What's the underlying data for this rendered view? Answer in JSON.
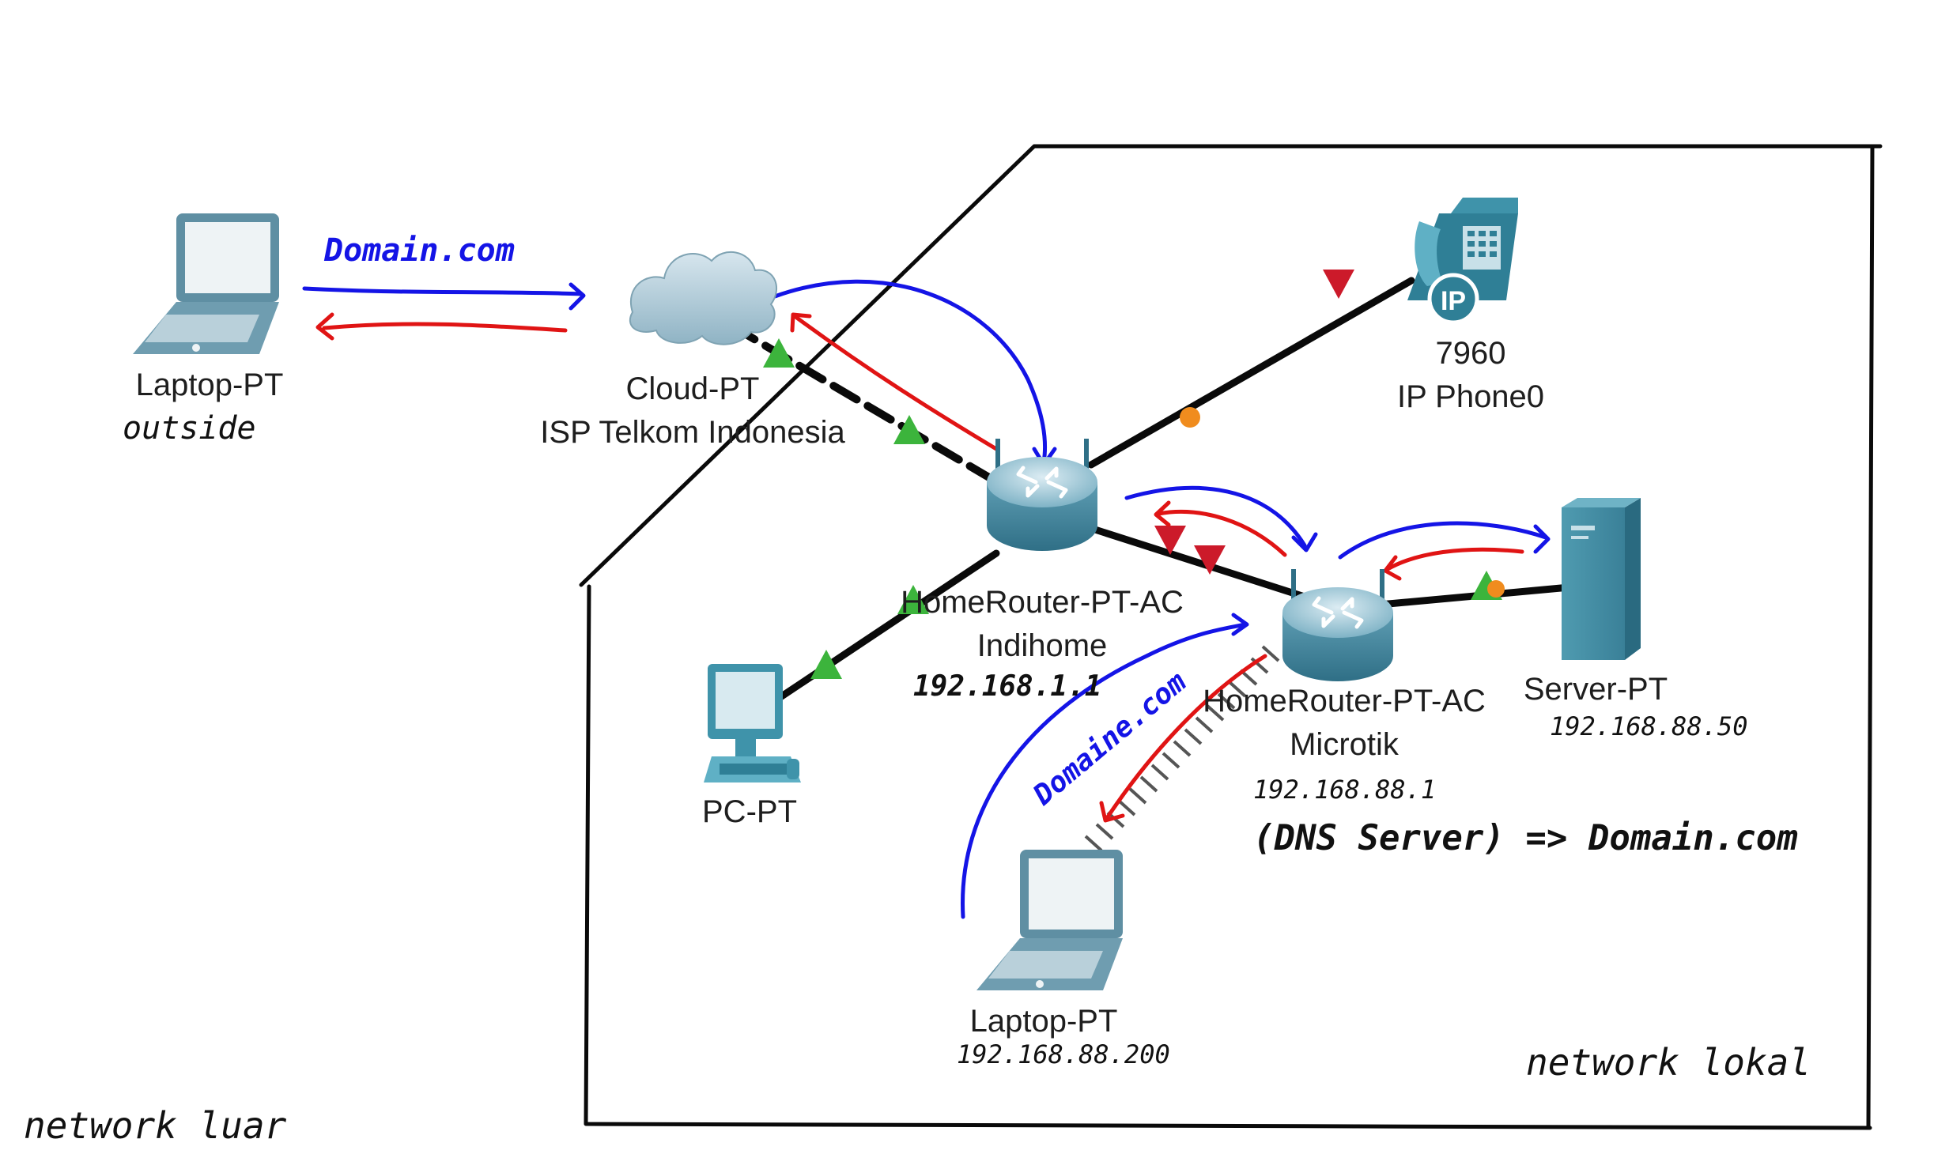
{
  "devices": {
    "laptop_outside": {
      "name": "Laptop-PT",
      "note": "outside"
    },
    "cloud": {
      "name": "Cloud-PT",
      "subtitle": "ISP Telkom Indonesia"
    },
    "router_indihome": {
      "name": "HomeRouter-PT-AC",
      "subtitle": "Indihome",
      "ip": "192.168.1.1"
    },
    "ip_phone": {
      "model": "7960",
      "name": "IP Phone0",
      "badge": "IP"
    },
    "router_microtik": {
      "name": "HomeRouter-PT-AC",
      "subtitle": "Microtik",
      "ip": "192.168.88.1"
    },
    "server": {
      "name": "Server-PT",
      "ip": "192.168.88.50"
    },
    "pc": {
      "name": "PC-PT"
    },
    "laptop_local": {
      "name": "Laptop-PT",
      "ip": "192.168.88.200"
    }
  },
  "annotations": {
    "domain_request_top": "Domain.com",
    "domain_request_local": "Domaine.com",
    "dns_server": "(DNS Server) => Domain.com",
    "network_local": "network lokal",
    "network_outside": "network luar"
  },
  "colors": {
    "request_arrow": "#1414e6",
    "response_arrow": "#e01414",
    "link_up": "#3cb43c",
    "link_down": "#cc1a2a",
    "link_amber": "#f08c1e",
    "device_teal": "#4f9bb0",
    "cable": "#0a0a0a"
  },
  "links": [
    {
      "from": "cloud",
      "to": "router_indihome",
      "style": "dashed"
    },
    {
      "from": "router_indihome",
      "to": "ip_phone",
      "style": "solid"
    },
    {
      "from": "router_indihome",
      "to": "router_microtik",
      "style": "solid"
    },
    {
      "from": "router_indihome",
      "to": "pc",
      "style": "solid"
    },
    {
      "from": "router_microtik",
      "to": "server",
      "style": "solid"
    },
    {
      "from": "router_microtik",
      "to": "laptop_local",
      "style": "wireless"
    }
  ]
}
